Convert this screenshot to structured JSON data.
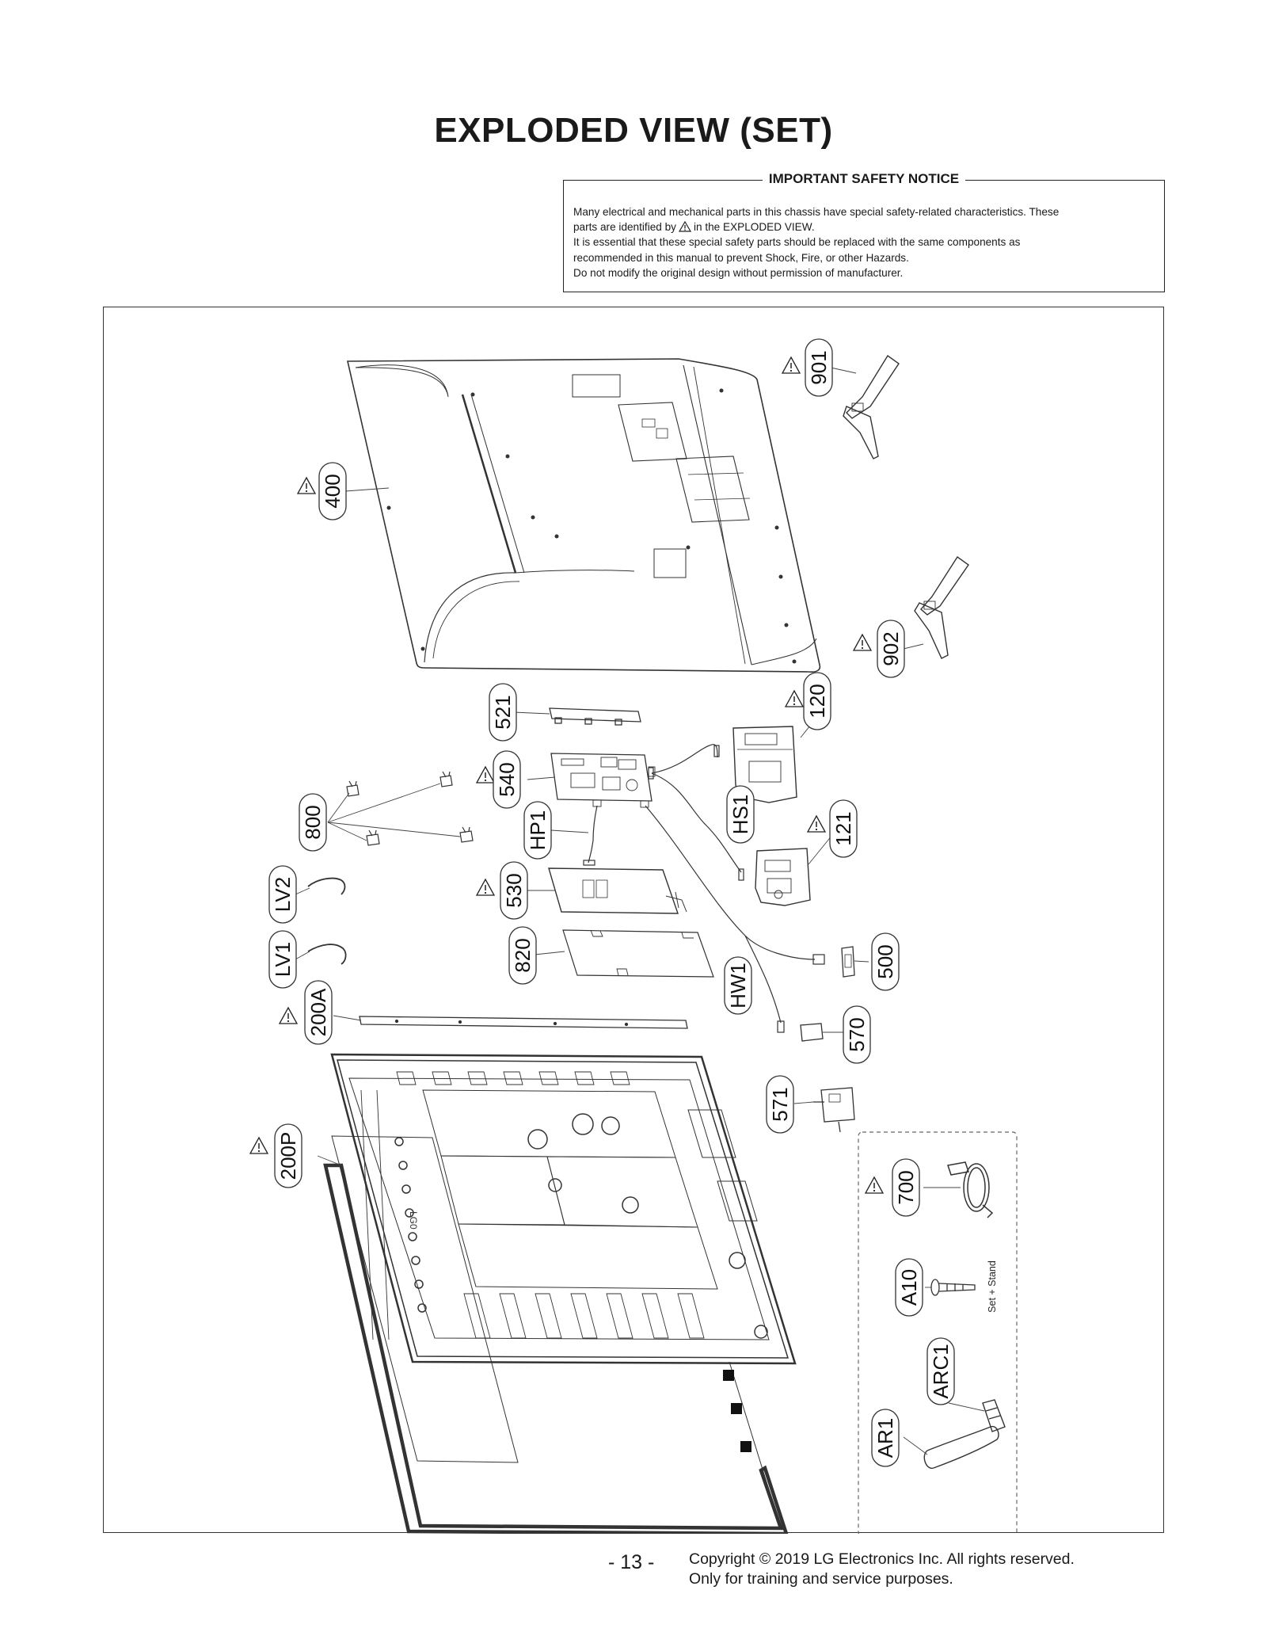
{
  "page_title": "EXPLODED VIEW (SET)",
  "notice": {
    "title": "IMPORTANT SAFETY NOTICE",
    "line1": "Many electrical and mechanical parts in this chassis have special safety-related characteristics. These",
    "line2_before": "parts are identified by",
    "line2_after": "in the EXPLODED VIEW.",
    "line3": "It is essential that these special safety parts should be replaced with the same components as",
    "line4": "recommended in this manual to prevent Shock, Fire, or other Hazards.",
    "line5": "Do not modify the original design without permission of manufacturer."
  },
  "parts": {
    "p901": "901",
    "p400": "400",
    "p902": "902",
    "p120": "120",
    "p521": "521",
    "p540": "540",
    "p800": "800",
    "pHP1": "HP1",
    "pHS1": "HS1",
    "p121": "121",
    "pLV2": "LV2",
    "p530": "530",
    "pLV1": "LV1",
    "p820": "820",
    "p500": "500",
    "pHW1": "HW1",
    "p200A": "200A",
    "p570": "570",
    "p571": "571",
    "p200P": "200P",
    "p700": "700",
    "pA10": "A10",
    "pARC1": "ARC1",
    "pAR1": "AR1"
  },
  "accessory_note": "Set + Stand",
  "panel_marking": "LG0",
  "footer": {
    "page": "- 13 -",
    "copyright": "Copyright © 2019 LG Electronics Inc. All rights reserved.",
    "purpose": "Only for training and service purposes."
  }
}
